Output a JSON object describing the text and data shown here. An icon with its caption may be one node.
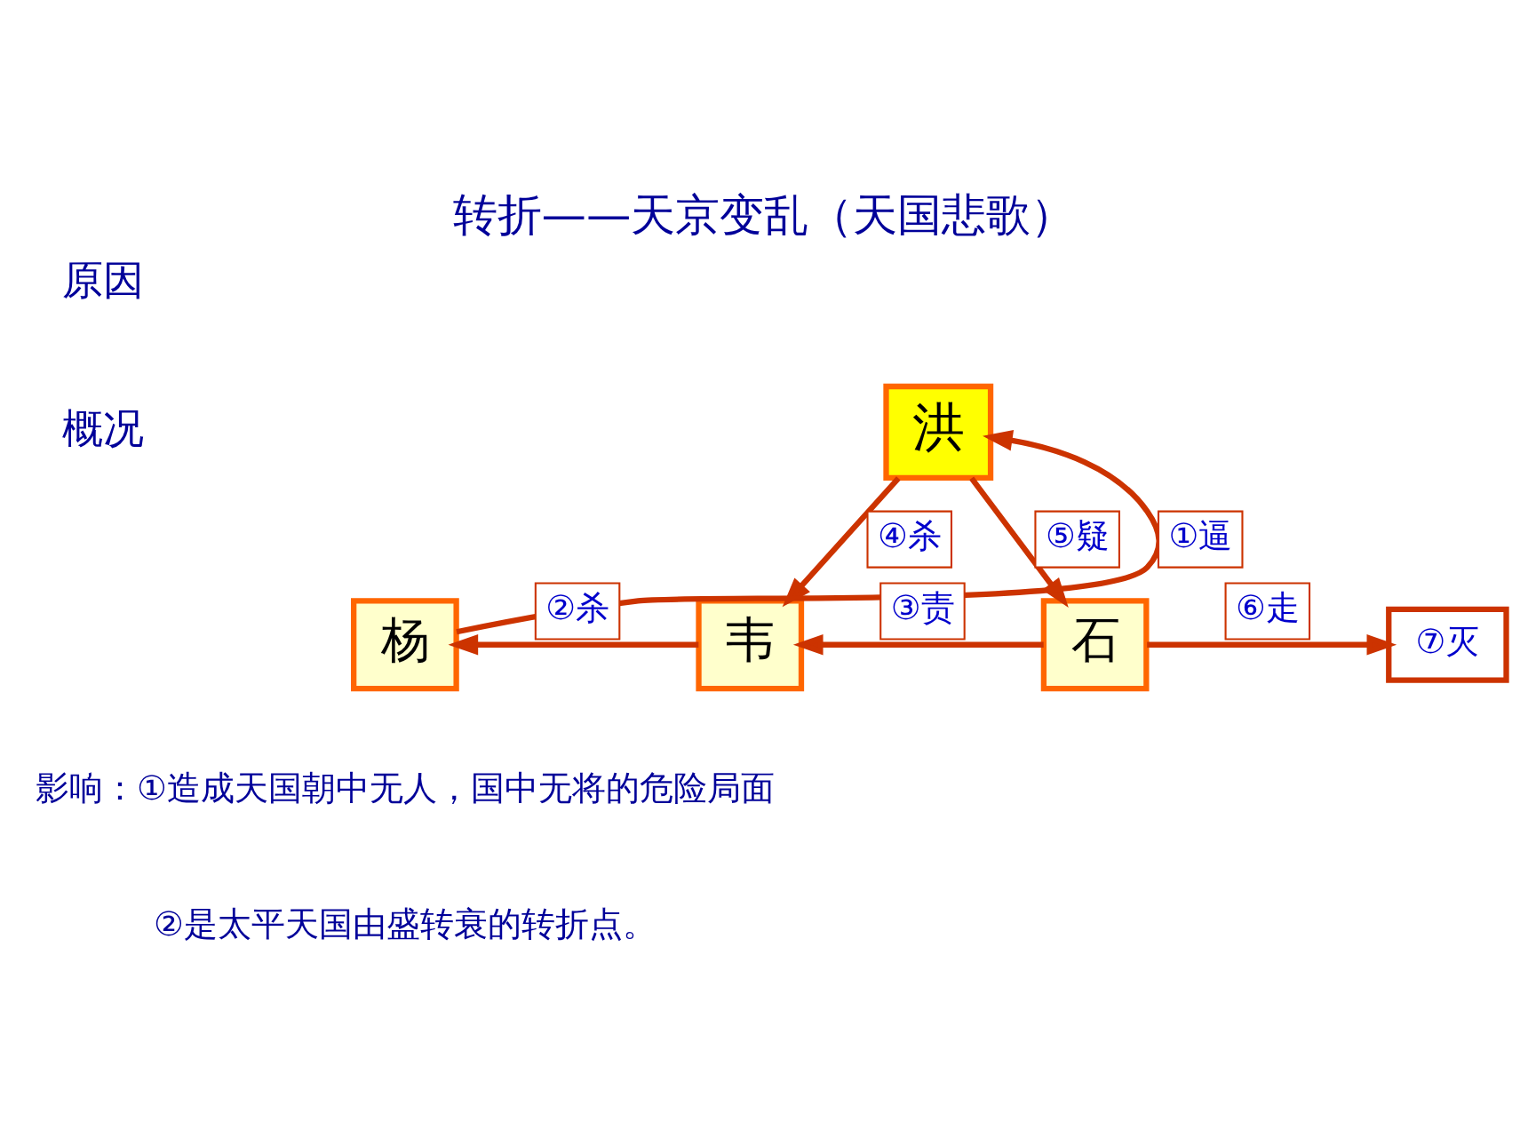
{
  "diagram": {
    "title": "转折——天京变乱（天国悲歌）",
    "nodes": [
      {
        "text": [
          "洪"
        ]
      },
      {
        "text": [
          "杨"
        ]
      },
      {
        "text": [
          "韦"
        ]
      },
      {
        "text": [
          "石"
        ]
      },
      {
        "text": [
          "⑦灭"
        ]
      }
    ],
    "edges": [
      {
        "from": 1,
        "to": 0,
        "arrow": "to",
        "label": "①逼"
      },
      {
        "from": 0,
        "to": 2,
        "arrow": "to",
        "label": "④杀"
      },
      {
        "from": 0,
        "to": 3,
        "arrow": "to",
        "label": "⑤疑"
      },
      {
        "from": 2,
        "to": 1,
        "arrow": "to",
        "label": "②杀"
      },
      {
        "from": 3,
        "to": 2,
        "arrow": "to",
        "label": "③责"
      },
      {
        "from": 3,
        "to": 4,
        "arrow": "to",
        "label": "⑥走"
      }
    ],
    "labels": [
      "原因",
      "概况",
      "影响：①造成天国朝中无人，国中无将的危险局面",
      "②是太平天国由盛转衰的转折点。"
    ]
  }
}
